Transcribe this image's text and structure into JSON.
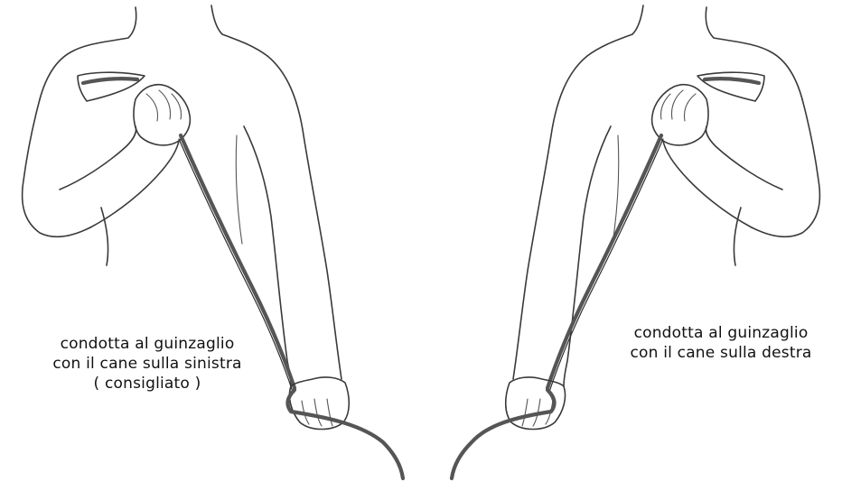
{
  "figure": {
    "left": {
      "caption_line1": "condotta al guinzaglio",
      "caption_line2": "con il cane sulla sinistra",
      "caption_line3": "( consigliato )"
    },
    "right": {
      "caption_line1": "condotta al guinzaglio",
      "caption_line2": "con il cane sulla destra"
    }
  },
  "colors": {
    "background": "#ffffff",
    "ink": "#3a3a3a",
    "leash": "#555555"
  }
}
